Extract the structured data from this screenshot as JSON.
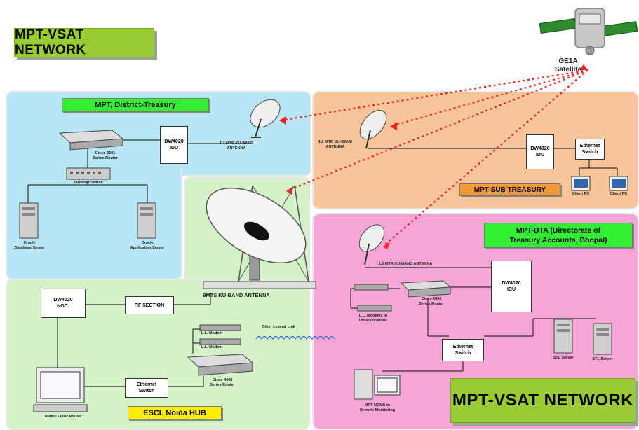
{
  "title": "MPT-VSAT NETWORK",
  "satellite": {
    "label": "GE1A\nSatellite"
  },
  "district": {
    "tag": "MPT, District-Treasury",
    "idu": "DW4020\nIDU",
    "router": "Cisco 2601\nSeries Router",
    "switch": "Ethernet Switch",
    "antenna": "1.2 MTR KU-BAND\nANTENNA",
    "db_server": "Oracle\nDatabase Server",
    "app_server": "Oracle\nApplication Server"
  },
  "sub": {
    "tag": "MPT-SUB TREASURY",
    "idu": "DW4020\nIDU",
    "switch": "Ethernet\nSwitch",
    "antenna": "1.2 MTR KU-BAND\nANTENNA",
    "pc1": "Client PC",
    "pc2": "Client PC"
  },
  "hub": {
    "tag": "ESCL Noida HUB",
    "noc": "DW4020\nNOC.",
    "rf": "RF SECTION",
    "big_antenna": "9MTS KU-BAND ANTENNA",
    "switch": "Ethernet\nSwitch",
    "router": "Cisco 4000\nSeries Router",
    "modem1": "L.L. Modem",
    "modem2": "L.L. Modem",
    "leased": "Other Leased Link",
    "server": "NetMS Linux Router"
  },
  "dta": {
    "tag": "MPT-DTA (Directorate of\nTreasury Accounts, Bhopal)",
    "antenna": "1.2 MTR KU-BAND ANTENNA",
    "idu": "DW4020\nIDU",
    "router": "Cisco    2600\nSeries    Router",
    "modems": "L.L. Modems to\nOther locations",
    "switch": "Ethernet\nSwitch",
    "stl1": "STL Server",
    "stl2": "STL Server",
    "monitor": "MPT NOMS to\nRemote Monitoring"
  },
  "footer_title": "MPT-VSAT NETWORK"
}
